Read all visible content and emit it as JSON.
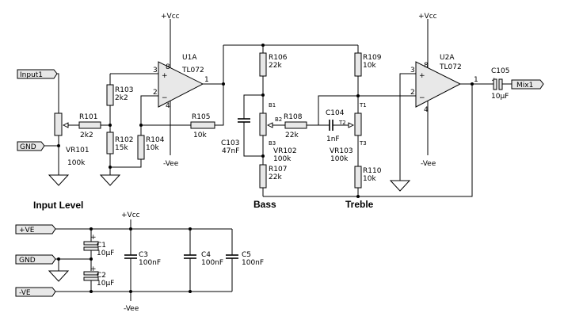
{
  "supply": {
    "vcc_u1": "+Vcc",
    "vee_u1": "-Vee",
    "vcc_u2": "+Vcc",
    "vee_u2": "-Vee",
    "vcc_ps": "+Vcc",
    "vee_ps": "-Vee"
  },
  "connectors": {
    "input1": "Input1",
    "gnd_in": "GND",
    "mix1": "Mix1",
    "pve": "+VE",
    "gnd_ps": "GND",
    "nve": "-VE"
  },
  "opamps": {
    "u1": {
      "ref": "U1A",
      "part": "TL072",
      "pin_in_plus": "3",
      "pin_in_minus": "2",
      "pin_out": "1",
      "pin_vcc": "8",
      "pin_vee": "4",
      "sign_plus": "+",
      "sign_minus": "−"
    },
    "u2": {
      "ref": "U2A",
      "part": "TL072",
      "pin_in_plus": "3",
      "pin_in_minus": "2",
      "pin_out": "1",
      "pin_vcc": "8",
      "pin_vee": "4",
      "sign_plus": "+",
      "sign_minus": "−"
    }
  },
  "resistors": {
    "r101": {
      "ref": "R101",
      "value": "2k2"
    },
    "r102": {
      "ref": "R102",
      "value": "15k"
    },
    "r103": {
      "ref": "R103",
      "value": "2k2"
    },
    "r104": {
      "ref": "R104",
      "value": "10k"
    },
    "r105": {
      "ref": "R105",
      "value": "10k"
    },
    "r106": {
      "ref": "R106",
      "value": "22k"
    },
    "r107": {
      "ref": "R107",
      "value": "22k"
    },
    "r108": {
      "ref": "R108",
      "value": "22k"
    },
    "r109": {
      "ref": "R109",
      "value": "10k"
    },
    "r110": {
      "ref": "R110",
      "value": "10k"
    }
  },
  "pots": {
    "vr101": {
      "ref": "VR101",
      "value": "100k"
    },
    "vr102": {
      "ref": "VR102",
      "value": "100k",
      "pin1": "B1",
      "pin2": "B2",
      "pin3": "B3"
    },
    "vr103": {
      "ref": "VR103",
      "value": "100k",
      "pin1": "T1",
      "pin2": "T2",
      "pin3": "T3"
    }
  },
  "capacitors": {
    "c1": {
      "ref": "C1",
      "value": "10µF"
    },
    "c2": {
      "ref": "C2",
      "value": "10µF"
    },
    "c3": {
      "ref": "C3",
      "value": "100nF"
    },
    "c4": {
      "ref": "C4",
      "value": "100nF"
    },
    "c5": {
      "ref": "C5",
      "value": "100nF"
    },
    "c103": {
      "ref": "C103",
      "value": "47nF"
    },
    "c104": {
      "ref": "C104",
      "value": "1nF"
    },
    "c105": {
      "ref": "C105",
      "value": "10µF"
    }
  },
  "polarity": {
    "plus": "+"
  },
  "captions": {
    "input_level": "Input Level",
    "bass": "Bass",
    "treble": "Treble"
  }
}
